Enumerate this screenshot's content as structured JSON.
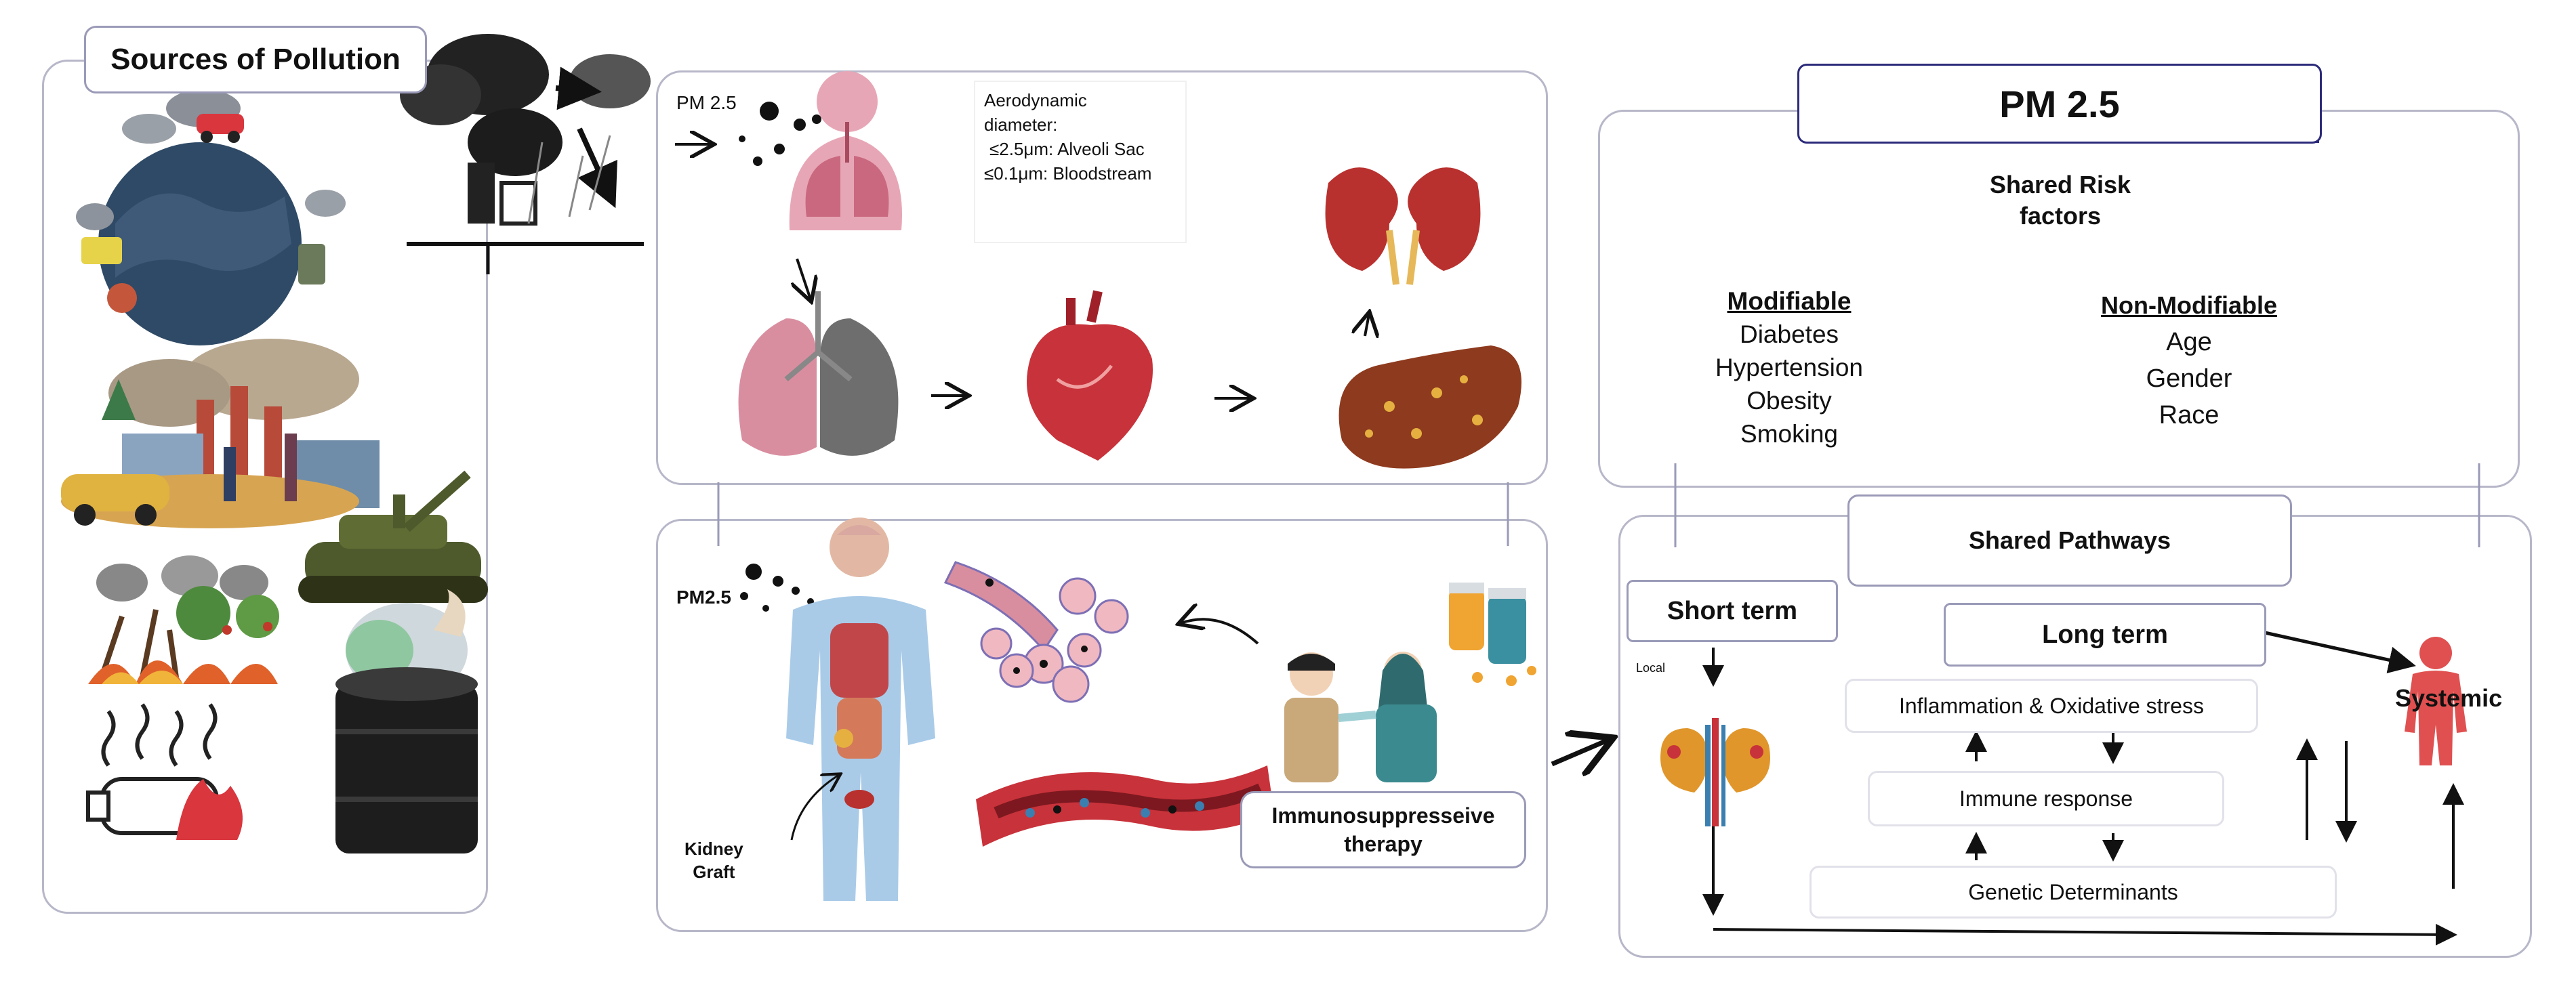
{
  "sources": {
    "title": "Sources of Pollution"
  },
  "exposure": {
    "pm_label": "PM 2.5",
    "note_line1": "Aerodynamic",
    "note_line2": "diameter:",
    "note_line3": "≤2.5μm: Alveoli Sac",
    "note_line4": "≤0.1μm: Bloodstream"
  },
  "transplant": {
    "pm_label": "PM2.5",
    "graft_line1": "Kidney",
    "graft_line2": "Graft",
    "therapy_line1": "Immunosuppresseive",
    "therapy_line2": "therapy"
  },
  "risk": {
    "header": "PM 2.5",
    "title_line1": "Shared Risk",
    "title_line2": "factors",
    "modifiable_title": "Modifiable",
    "modifiable_items": [
      "Diabetes",
      "Hypertension",
      "Obesity",
      "Smoking"
    ],
    "nonmodifiable_title": "Non-Modifiable",
    "nonmodifiable_items": [
      "Age",
      "Gender",
      "Race"
    ]
  },
  "pathways": {
    "title": "Shared Pathways",
    "short_term": "Short term",
    "local": "Local",
    "long_term": "Long term",
    "inflammation": "Inflammation & Oxidative stress",
    "immune": "Immune response",
    "genetic": "Genetic Determinants",
    "systemic": "Systemic"
  },
  "colors": {
    "panel_border": "#b7b7c9",
    "header_accent": "#2b2a7a",
    "organ_red": "#c8323a",
    "lung_pink": "#d98ea0",
    "body_blue": "#a9cbe8"
  }
}
